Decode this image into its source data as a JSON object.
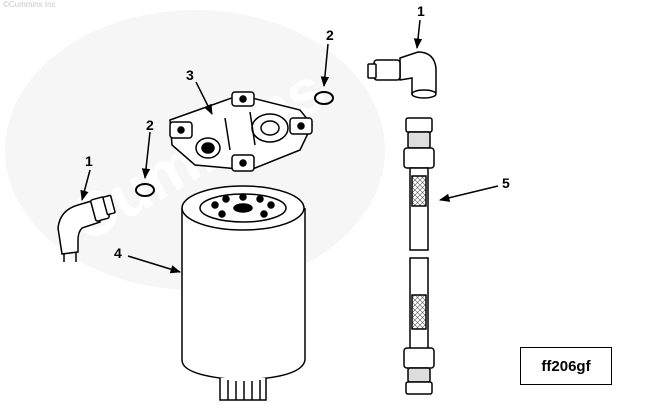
{
  "watermark": {
    "corner_text": "©Cummins Inc",
    "logo_text": "Cummins"
  },
  "callouts": {
    "label_1": "1",
    "label_2": "2",
    "label_3": "3",
    "label_4": "4",
    "label_5": "5"
  },
  "drawing_code": "ff206gf"
}
